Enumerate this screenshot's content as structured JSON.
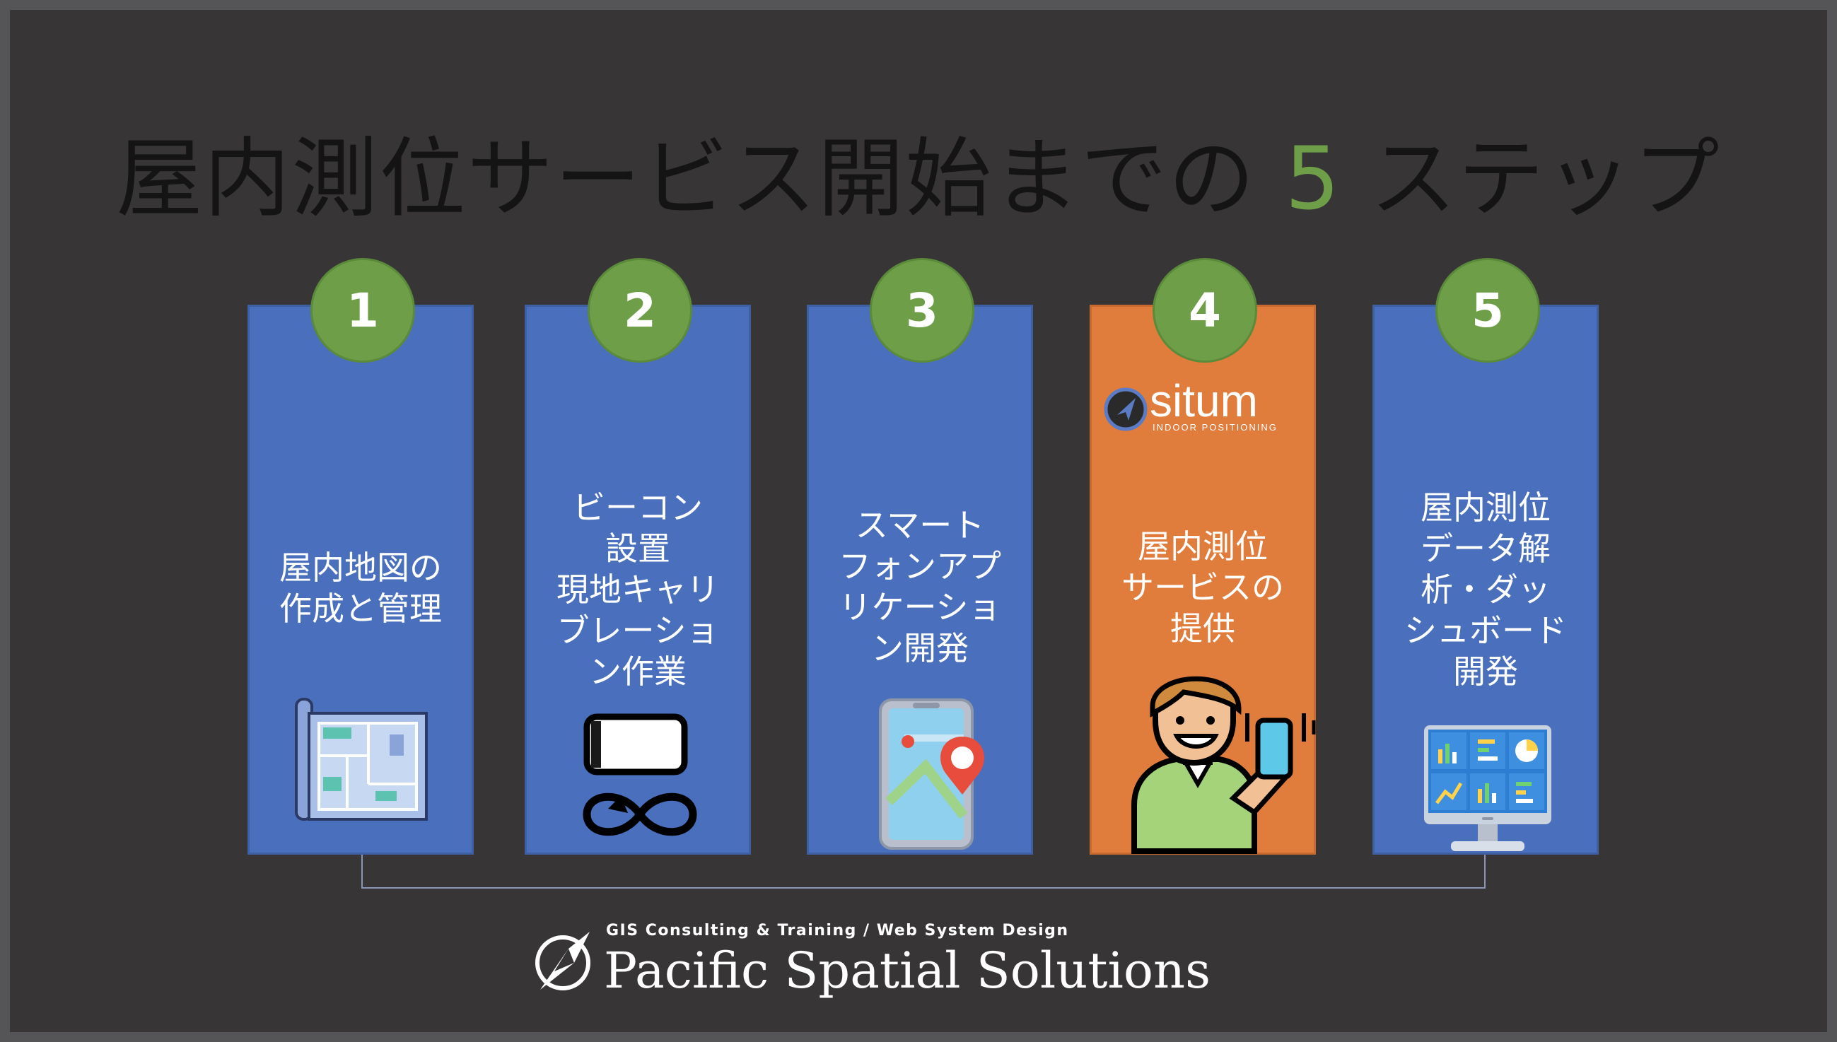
{
  "title": {
    "text_before": "屋内測位サービス開始までの ",
    "accent": "5",
    "text_after": " ステップ"
  },
  "steps": [
    {
      "number": "1",
      "lines": [
        "屋内地図の",
        "作成と管理"
      ],
      "icon": "floor-plan-icon"
    },
    {
      "number": "2",
      "lines": [
        "ビーコン",
        "設置",
        "現地キャリ",
        "ブレーショ",
        "ン作業"
      ],
      "icon": "beacon-icon"
    },
    {
      "number": "3",
      "lines": [
        "スマート",
        "フォンアプ",
        "リケーショ",
        "ン開発"
      ],
      "icon": "smartphone-map-icon"
    },
    {
      "number": "4",
      "lines": [
        "屋内測位",
        "サービスの",
        "提供"
      ],
      "icon": "person-phone-icon"
    },
    {
      "number": "5",
      "lines": [
        "屋内測位",
        "データ解",
        "析・ダッ",
        "シュボード",
        "開発"
      ],
      "icon": "dashboard-monitor-icon"
    }
  ],
  "situm": {
    "name": "situm",
    "tagline": "INDOOR POSITIONING"
  },
  "footer": {
    "tagline": "GIS Consulting & Training / Web System Design",
    "name": "Pacific Spatial Solutions"
  },
  "colors": {
    "background": "#373536",
    "card": "#4a6fbd",
    "card_highlight": "#e07c3c",
    "badge": "#6f9e49",
    "title": "#141414",
    "accent": "#6f9e49"
  }
}
